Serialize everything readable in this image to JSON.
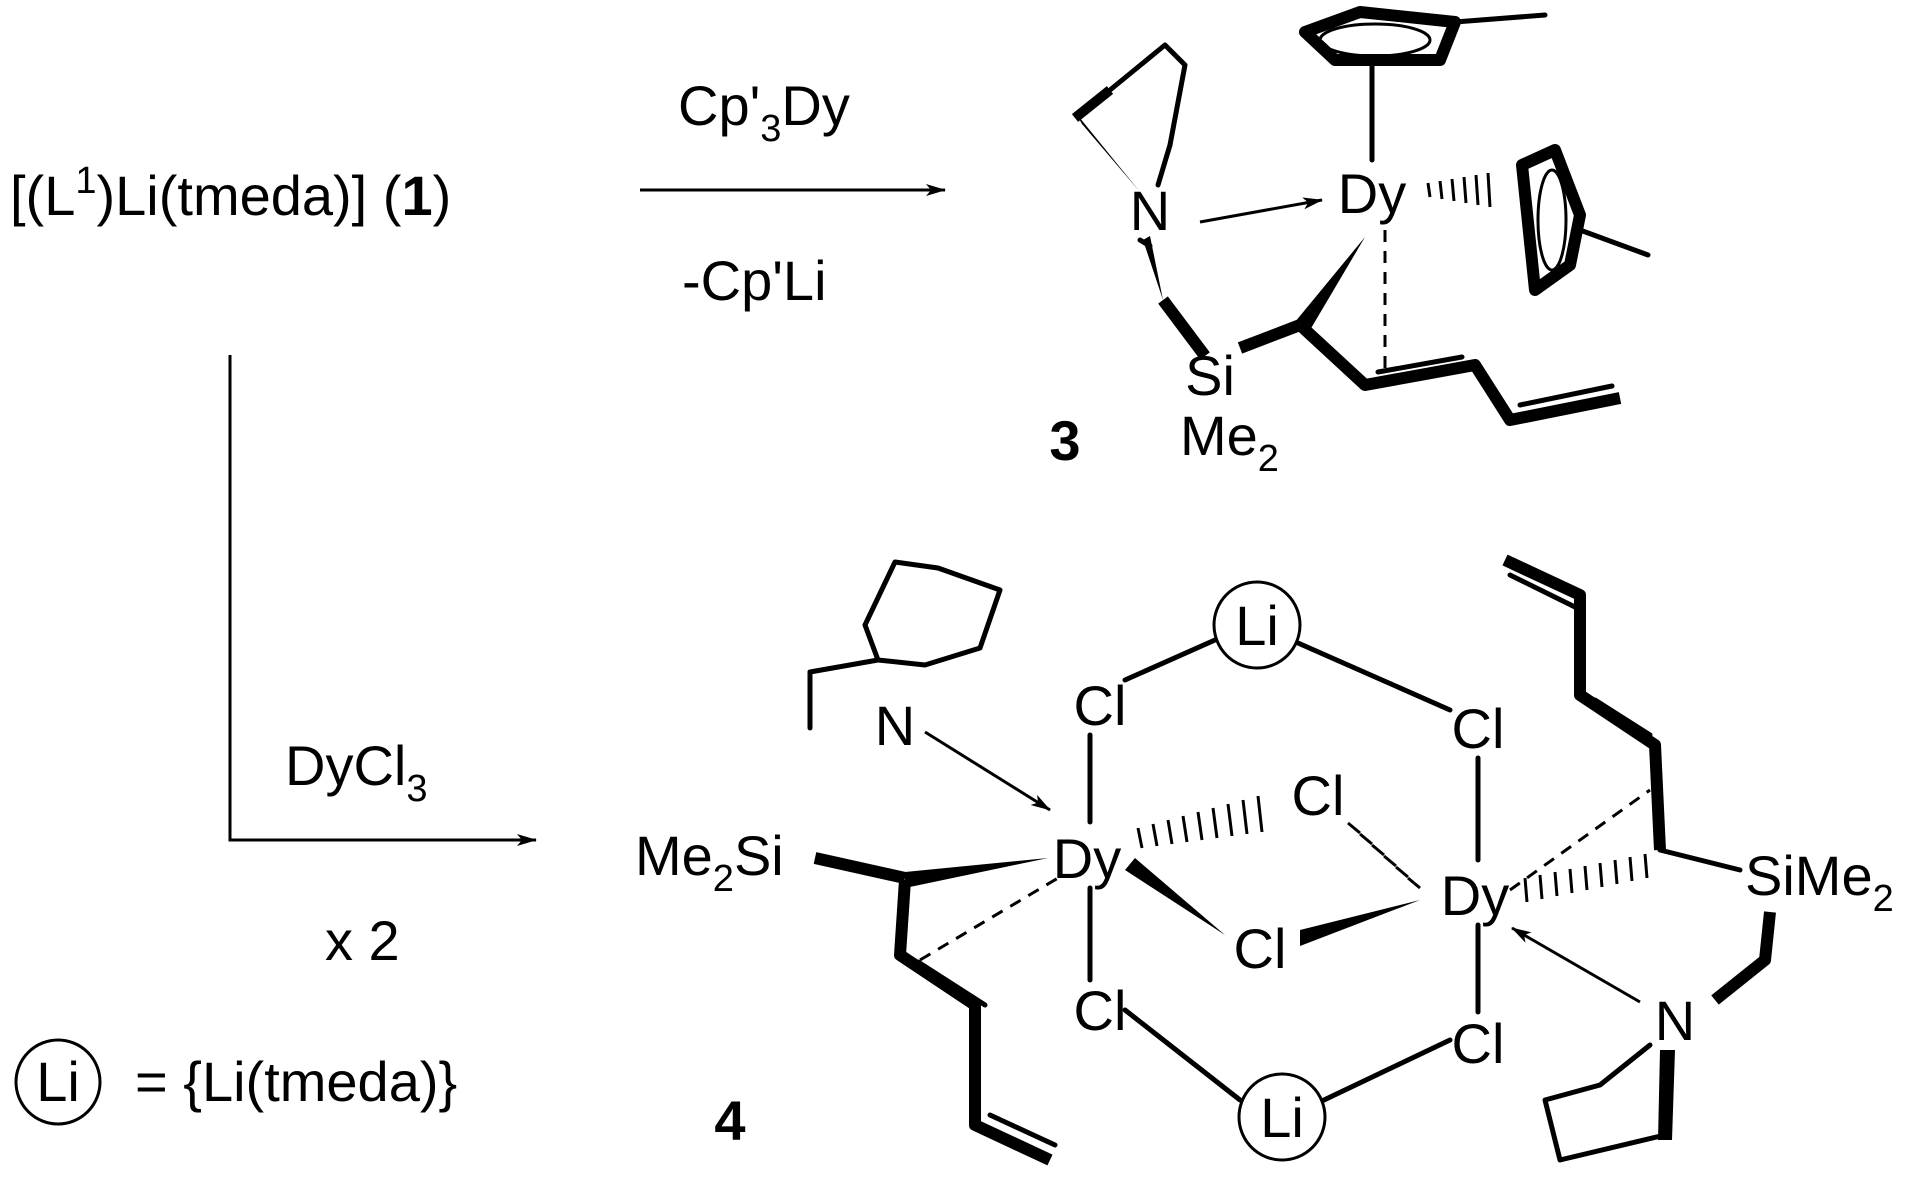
{
  "reactant": {
    "text_pre": "[(L",
    "sup": "1",
    "text_post": ")Li(tmeda)] (",
    "number": "1",
    "text_close": ")"
  },
  "reaction_top": {
    "reagent_main": "Cp'",
    "reagent_sub": "3",
    "reagent_tail": "Dy",
    "byproduct": "-Cp'Li"
  },
  "reaction_bottom": {
    "reagent_main": "DyCl",
    "reagent_sub": "3",
    "multiplier": "x 2"
  },
  "legend": {
    "symbol": "Li",
    "definition": "= {Li(tmeda)}"
  },
  "compound3": {
    "label": "3",
    "atoms": {
      "N": "N",
      "Dy": "Dy",
      "Si": "Si",
      "Me": "Me",
      "Me_sub": "2"
    }
  },
  "compound4": {
    "label": "4",
    "atoms": {
      "Li": "Li",
      "Cl": "Cl",
      "Dy": "Dy",
      "N": "N",
      "Me2Si_main": "Me",
      "Me2Si_sub": "2",
      "Me2Si_tail": "Si",
      "SiMe2_main": "SiMe",
      "SiMe2_sub": "2"
    }
  }
}
